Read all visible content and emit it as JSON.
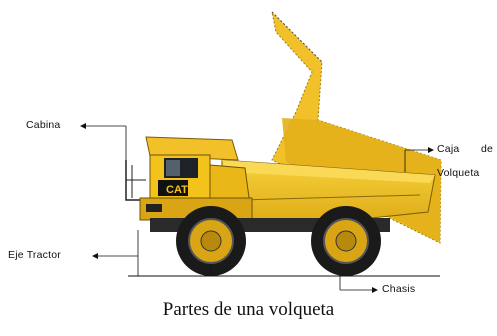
{
  "diagram": {
    "labels": {
      "cabin": "Cabina",
      "dump_box_line1": "Caja",
      "dump_box_line2": "de",
      "dump_box_line3": "Volqueta",
      "drive_axle": "Eje Tractor",
      "chassis": "Chasis"
    },
    "truck_logo": "CAT",
    "caption": "Partes de una volqueta"
  },
  "colors": {
    "body_yellow": "#f3c21b",
    "body_yellow_dark": "#c99a10",
    "tire": "#1a1a1a",
    "rim": "#d9a514",
    "line": "#111111"
  }
}
